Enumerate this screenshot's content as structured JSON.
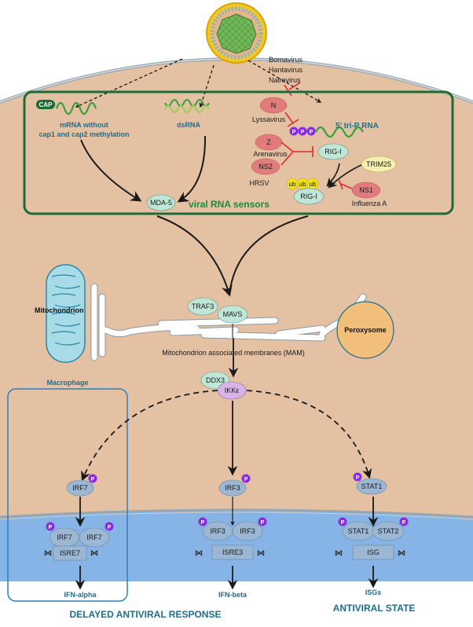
{
  "colors": {
    "cytoplasm": "#e3c1a2",
    "nucleus": "#86b4e6",
    "sensor_box": "#1c6b35",
    "macrophage_box": "#2f7fc0",
    "title_blue": "#1f6d8c",
    "sensor_green": "#1e8a3a",
    "viral_protein": "#e27b7b",
    "host_sensor": "#bfe6d6",
    "ikk": "#d7b3e6",
    "tf": "#9bb7d4",
    "phospho": "#8a2be2",
    "ubiquitin": "#f2e21c",
    "trim25": "#f5efb0",
    "mito_fill": "#a7dbe8",
    "perox_fill": "#f2bf7a",
    "inhibit_red": "#e0282e"
  },
  "inhibitors_top": [
    "Bornavirus",
    "Hantavirus",
    "Nairovirus"
  ],
  "sensor_box": {
    "title": "viral RNA sensors",
    "cap_label": "CAP",
    "mrna_label_1": "mRNA without",
    "mrna_label_2": "cap1 and cap2 methylation",
    "dsrna_label": "dsRNA",
    "triP_label": "5’ tri-P RNA",
    "mda5": "MDA-5",
    "rigi_1": "RIG-I",
    "rigi_2": "RIG-I",
    "trim25": "TRIM25",
    "ub": "ub",
    "phos": "P",
    "viral": [
      {
        "protein": "N",
        "virus": "Lyssavirus"
      },
      {
        "protein": "Z",
        "virus": "Arenavirus"
      },
      {
        "protein": "NS2",
        "virus": "HRSV"
      },
      {
        "protein": "NS1",
        "virus": "Influenza A"
      }
    ]
  },
  "middle": {
    "mitochondrion": "Mitochondrion",
    "peroxysome": "Peroxysome",
    "traf3": "TRAF3",
    "mavs": "MAVS",
    "mam": "Mitochondrion associated membranes (MAM)",
    "ddx3": "DDX3",
    "ikk": "IKKε"
  },
  "macrophage_label": "Macrophage",
  "pathways": [
    {
      "cyto": "IRF7",
      "dimer": [
        "IRF7",
        "IRF7"
      ],
      "element": "ISRE7",
      "output": "IFN-alpha"
    },
    {
      "cyto": "IRF3",
      "dimer": [
        "IRF3",
        "IRF3"
      ],
      "element": "ISRE3",
      "output": "IFN-beta"
    },
    {
      "cyto": "STAT1",
      "dimer": [
        "STAT1",
        "STAT2"
      ],
      "element": "ISG",
      "output": "ISGs"
    }
  ],
  "bottom": {
    "delayed": "DELAYED ANTIVIRAL RESPONSE",
    "state": "ANTIVIRAL STATE"
  }
}
